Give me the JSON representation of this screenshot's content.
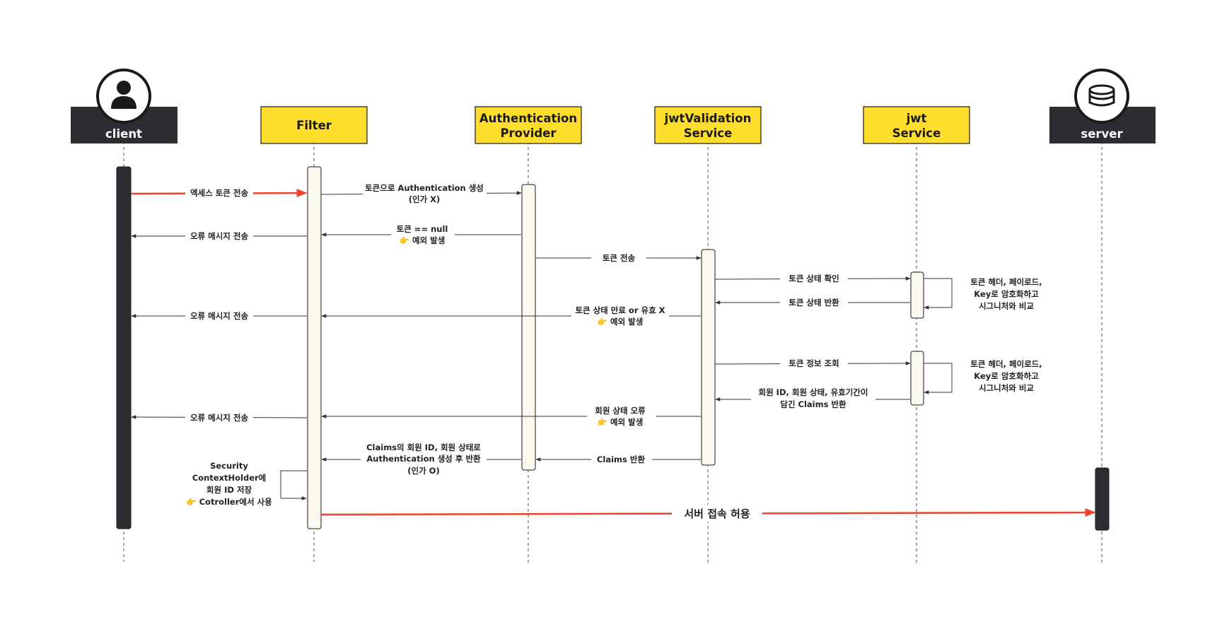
{
  "colors": {
    "header_yellow": "#FFDD2D",
    "header_dark": "#2C2D31",
    "activation_light": "#FBF8F0",
    "activation_dark": "#2C2D31",
    "arrow_red": "#E8442E",
    "line": "#333333"
  },
  "participants": [
    {
      "id": "client",
      "label": [
        "client"
      ],
      "style": "dark",
      "icon": "person-icon"
    },
    {
      "id": "filter",
      "label": [
        "Filter"
      ],
      "style": "yellow"
    },
    {
      "id": "authprovider",
      "label": [
        "Authentication",
        "Provider"
      ],
      "style": "yellow"
    },
    {
      "id": "jwtvalidation",
      "label": [
        "jwtValidation",
        "Service"
      ],
      "style": "yellow"
    },
    {
      "id": "jwtservice",
      "label": [
        "jwt",
        "Service"
      ],
      "style": "yellow"
    },
    {
      "id": "server",
      "label": [
        "server"
      ],
      "style": "dark",
      "icon": "database-icon"
    }
  ],
  "messages": [
    {
      "id": "m1",
      "from": "client",
      "to": "filter",
      "label": [
        "엑세스 토큰 전송"
      ],
      "color": "red"
    },
    {
      "id": "m2",
      "from": "filter",
      "to": "authprovider",
      "label": [
        "토큰으로 Authentication 생성",
        "(인가 X)"
      ]
    },
    {
      "id": "m3",
      "from": "filter",
      "to": "client",
      "label": [
        "오류 메시지 전송"
      ]
    },
    {
      "id": "m4",
      "from": "authprovider",
      "to": "filter",
      "label": [
        "토큰 == null",
        "👉 예외 발생"
      ]
    },
    {
      "id": "m5",
      "from": "authprovider",
      "to": "jwtvalidation",
      "label": [
        "토큰 전송"
      ]
    },
    {
      "id": "m6",
      "from": "jwtvalidation",
      "to": "jwtservice",
      "label": [
        "토큰 상태 확인"
      ]
    },
    {
      "id": "m7",
      "from": "jwtservice",
      "to": "jwtvalidation",
      "label": [
        "토큰 상태 반환"
      ]
    },
    {
      "id": "m8",
      "from": "jwtvalidation",
      "to": "filter",
      "label": [
        "토큰 상태 만료 or 유효 X",
        "👉 예외 발생"
      ]
    },
    {
      "id": "m9",
      "from": "filter",
      "to": "client",
      "label": [
        "오류 메시지 전송"
      ]
    },
    {
      "id": "m10",
      "from": "jwtvalidation",
      "to": "jwtservice",
      "label": [
        "토큰 정보 조회"
      ]
    },
    {
      "id": "m11",
      "from": "jwtservice",
      "to": "jwtvalidation",
      "label": [
        "회원 ID, 회원 상태, 유효기간이",
        "담긴 Claims 반환"
      ]
    },
    {
      "id": "m12",
      "from": "jwtvalidation",
      "to": "filter",
      "label": [
        "회원 상태 오류",
        "👉 예외 발생"
      ]
    },
    {
      "id": "m13",
      "from": "filter",
      "to": "client",
      "label": [
        "오류 메시지 전송"
      ]
    },
    {
      "id": "m14",
      "from": "jwtvalidation",
      "to": "authprovider",
      "label": [
        "Claims 반환"
      ]
    },
    {
      "id": "m15",
      "from": "authprovider",
      "to": "filter",
      "label": [
        "Claims의 회원 ID, 회원 상태로",
        "Authentication 생성 후 반환",
        "(인가 O)"
      ]
    },
    {
      "id": "m16",
      "from": "filter",
      "to": "server",
      "label": [
        "서버 접속 허용"
      ],
      "color": "red"
    }
  ],
  "self_notes": [
    {
      "id": "s1",
      "on": "jwtservice",
      "label": [
        "토큰 헤더, 페이로드,",
        "Key로 암호화하고",
        "시그니처와 비교"
      ]
    },
    {
      "id": "s2",
      "on": "jwtservice",
      "label": [
        "토큰 헤더, 페이로드,",
        "Key로 암호화하고",
        "시그니처와 비교"
      ]
    },
    {
      "id": "s3",
      "on": "filter",
      "label": [
        "Security",
        "ContextHolder에",
        "회원 ID 저장",
        "👉 Cotroller에서 사용"
      ]
    }
  ]
}
